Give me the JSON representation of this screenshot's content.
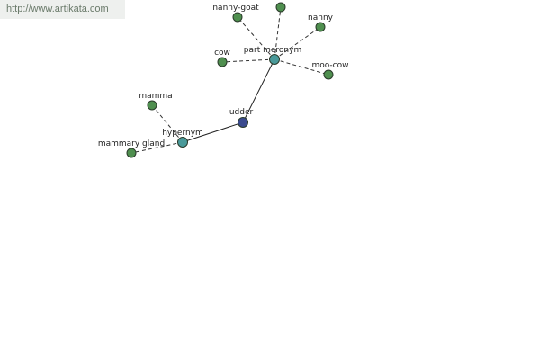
{
  "watermark": {
    "url_text": "http://www.artikata.com"
  },
  "colors": {
    "focus": "#3a4a8e",
    "relation": "#4a9a9a",
    "term": "#4f8f4f"
  },
  "graph": {
    "nodes": [
      {
        "id": "udder",
        "label": "udder",
        "kind": "focus"
      },
      {
        "id": "part-meronym",
        "label": "part meronym",
        "kind": "relation"
      },
      {
        "id": "hypernym",
        "label": "hypernym",
        "kind": "relation"
      },
      {
        "id": "nanny-goat",
        "label": "nanny-goat",
        "kind": "term"
      },
      {
        "id": "top-term",
        "label": "",
        "kind": "term"
      },
      {
        "id": "nanny",
        "label": "nanny",
        "kind": "term"
      },
      {
        "id": "cow",
        "label": "cow",
        "kind": "term"
      },
      {
        "id": "moo-cow",
        "label": "moo-cow",
        "kind": "term"
      },
      {
        "id": "mamma",
        "label": "mamma",
        "kind": "term"
      },
      {
        "id": "mammary-gland",
        "label": "mammary gland",
        "kind": "term"
      }
    ],
    "edges": [
      {
        "from": "udder",
        "to": "part-meronym",
        "style": "solid"
      },
      {
        "from": "udder",
        "to": "hypernym",
        "style": "solid"
      },
      {
        "from": "part-meronym",
        "to": "nanny-goat",
        "style": "dashed"
      },
      {
        "from": "part-meronym",
        "to": "top-term",
        "style": "dashed"
      },
      {
        "from": "part-meronym",
        "to": "nanny",
        "style": "dashed"
      },
      {
        "from": "part-meronym",
        "to": "cow",
        "style": "dashed"
      },
      {
        "from": "part-meronym",
        "to": "moo-cow",
        "style": "dashed"
      },
      {
        "from": "hypernym",
        "to": "mamma",
        "style": "dashed"
      },
      {
        "from": "hypernym",
        "to": "mammary-gland",
        "style": "dashed"
      }
    ]
  }
}
